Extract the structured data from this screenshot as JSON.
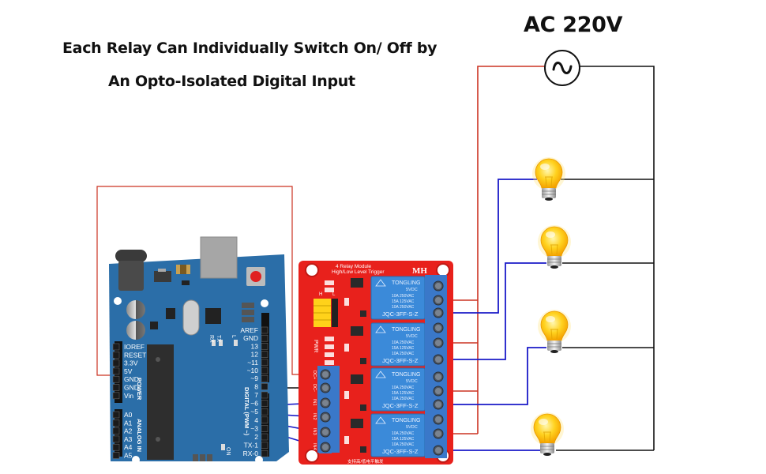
{
  "title": {
    "line1": "Each Relay Can Individually Switch On/ Off by",
    "line2": "An Opto-Isolated Digital Input"
  },
  "power_source": {
    "label": "AC 220V",
    "symbol": "∿"
  },
  "arduino": {
    "power_pins": [
      "IOREF",
      "RESET",
      "3.3V",
      "5V",
      "GND",
      "GND",
      "Vin"
    ],
    "power_header_label": "POWER",
    "analog_pins": [
      "A0",
      "A1",
      "A2",
      "A3",
      "A4",
      "A5"
    ],
    "analog_header_label": "ANALOG IN",
    "digital_pins_top": [
      "AREF",
      "GND",
      "13",
      "12",
      "~11",
      "~10",
      "~9",
      "8"
    ],
    "digital_pins_bottom": [
      "7",
      "~6",
      "~5",
      "4",
      "~3",
      "2",
      "TX-1",
      "RX-0"
    ],
    "digital_header_label": "DIGITAL (PWM ~)",
    "led_labels": {
      "rx": "RX",
      "tx": "TX",
      "l": "L",
      "on": "ON"
    }
  },
  "relay_module": {
    "title_line1": "4 Relay Module",
    "title_line2": "High/Low Level Trigger",
    "brand": "MH",
    "jumper_labels": {
      "h": "H",
      "l": "L"
    },
    "pwr_label": "PWR",
    "input_pins": [
      "DC+",
      "DC-",
      "IN1",
      "IN2",
      "IN3",
      "IN4"
    ],
    "bottom_text": "支持高/低电平触发",
    "relays": [
      {
        "brand": "TONGLING",
        "voltage": "5VDC",
        "r1": "10A 250VAC",
        "r2": "15A 125VAC",
        "r3": "10A 250VAC",
        "model": "JQC-3FF-S-Z"
      },
      {
        "brand": "TONGLING",
        "voltage": "5VDC",
        "r1": "10A 250VAC",
        "r2": "15A 125VAC",
        "r3": "10A 250VAC",
        "model": "JQC-3FF-S-Z"
      },
      {
        "brand": "TONGLING",
        "voltage": "5VDC",
        "r1": "10A 250VAC",
        "r2": "15A 125VAC",
        "r3": "10A 250VAC",
        "model": "JQC-3FF-S-Z"
      },
      {
        "brand": "TONGLING",
        "voltage": "5VDC",
        "r1": "10A 250VAC",
        "r2": "15A 125VAC",
        "r3": "10A 250VAC",
        "model": "JQC-3FF-S-Z"
      }
    ]
  },
  "loads": {
    "count": 4,
    "type": "light-bulb"
  },
  "connections": [
    {
      "from": "arduino.5V",
      "to": "relay.DC+",
      "color": "#cc3322"
    },
    {
      "from": "arduino.GND",
      "to": "relay.DC-",
      "color": "#111111"
    },
    {
      "from": "arduino.~6",
      "to": "relay.IN1",
      "color": "#1a1ac8"
    },
    {
      "from": "arduino.~5",
      "to": "relay.IN2",
      "color": "#1a1ac8"
    },
    {
      "from": "arduino.4",
      "to": "relay.IN3",
      "color": "#1a1ac8"
    },
    {
      "from": "arduino.~3",
      "to": "relay.IN4",
      "color": "#1a1ac8"
    },
    {
      "from": "ac.live",
      "to": "relay.COM1-4",
      "color": "#cc3322"
    },
    {
      "from": "relay.NO1-4",
      "to": "bulb1-4",
      "color": "#1a1ac8"
    },
    {
      "from": "bulb1-4",
      "to": "ac.neutral",
      "color": "#111111"
    }
  ],
  "colors": {
    "board_blue": "#2b6ea8",
    "relay_red": "#e8211c",
    "relay_blue": "#3a87d6",
    "wire_red": "#cc3322",
    "wire_blue": "#1a1ac8",
    "wire_black": "#111111",
    "bulb_yellow": "#ffcc1a"
  }
}
